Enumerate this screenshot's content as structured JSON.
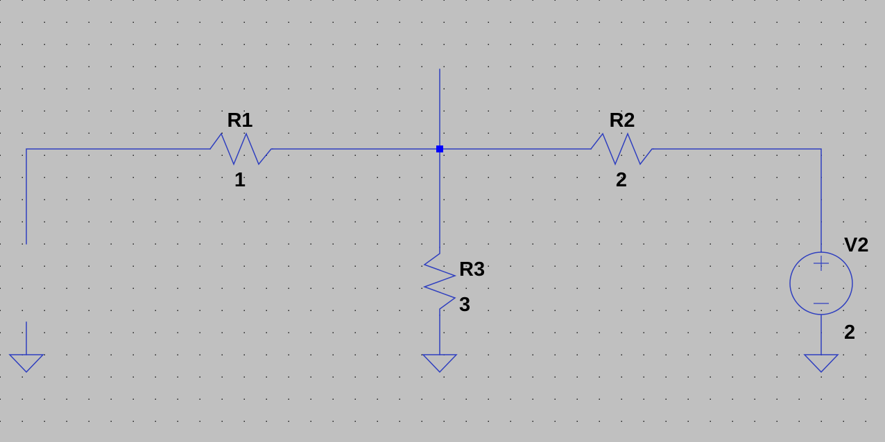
{
  "schematic": {
    "colors": {
      "background": "#c0c0c0",
      "grid_dot": "#202020",
      "wire": "#2f3fbf",
      "label": "#000000",
      "junction": "#0000ff"
    },
    "components": [
      {
        "id": "R1",
        "type": "resistor",
        "label": "R1",
        "value": "1"
      },
      {
        "id": "R2",
        "type": "resistor",
        "label": "R2",
        "value": "2"
      },
      {
        "id": "R3",
        "type": "resistor",
        "label": "R3",
        "value": "3"
      },
      {
        "id": "V2",
        "type": "voltage-source",
        "label": "V2",
        "value": "2"
      }
    ],
    "grounds": [
      "ground-left",
      "ground-r3",
      "ground-v2"
    ]
  }
}
